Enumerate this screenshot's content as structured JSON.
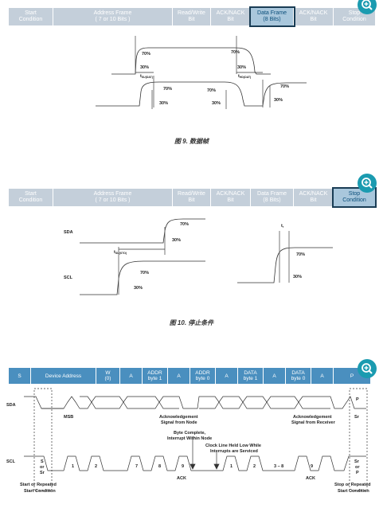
{
  "figure9": {
    "frame": [
      {
        "l1": "Start",
        "l2": "Condition"
      },
      {
        "l1": "Address Frame",
        "l2": "( 7 or 10 Bits )"
      },
      {
        "l1": "Read/Write",
        "l2": "Bit"
      },
      {
        "l1": "ACK/NACK",
        "l2": "Bit"
      },
      {
        "l1": "Data Frame",
        "l2": "(8 Bits)"
      },
      {
        "l1": "ACK/NACK",
        "l2": "Bit"
      },
      {
        "l1": "Stop",
        "l2": "Condition"
      }
    ],
    "labels": {
      "p70a": "70%",
      "p30a": "30%",
      "tsu": "t",
      "tsu_sub": "SU(DAT)",
      "p70b": "70%",
      "p30b": "30%",
      "thd": "t",
      "thd_sub": "HD(DAT)",
      "p70c": "70%",
      "p30c": "30%",
      "p70d": "70%",
      "p30d": "30%",
      "p70e": "70%",
      "p30e": "30%"
    },
    "caption": "图 9. 数据帧"
  },
  "figure10": {
    "frame": [
      {
        "l1": "Start",
        "l2": "Condition"
      },
      {
        "l1": "Address Frame",
        "l2": "( 7 or 10 Bits )"
      },
      {
        "l1": "Read/Write",
        "l2": "Bit"
      },
      {
        "l1": "ACK/NACK",
        "l2": "Bit"
      },
      {
        "l1": "Data Frame",
        "l2": "(8 Bits)"
      },
      {
        "l1": "ACK/NACK",
        "l2": "Bit"
      },
      {
        "l1": "Stop",
        "l2": "Condition"
      }
    ],
    "labels": {
      "sda": "SDA",
      "scl": "SCL",
      "p70a": "70%",
      "p30a": "30%",
      "tsu": "t",
      "tsu_sub": "SU(STO)",
      "p70b": "70%",
      "p30b": "30%",
      "tr": "t",
      "tr_sub": "r",
      "p70c": "70%",
      "p30c": "30%"
    },
    "caption": "图 10. 停止条件"
  },
  "figure11": {
    "frame": [
      {
        "l1": "S",
        "l2": ""
      },
      {
        "l1": "Device Address",
        "l2": ""
      },
      {
        "l1": "W",
        "l2": "(0)"
      },
      {
        "l1": "A",
        "l2": ""
      },
      {
        "l1": "ADDR",
        "l2": "byte 1"
      },
      {
        "l1": "A",
        "l2": ""
      },
      {
        "l1": "ADDR",
        "l2": "byte 0"
      },
      {
        "l1": "A",
        "l2": ""
      },
      {
        "l1": "DATA",
        "l2": "byte 1"
      },
      {
        "l1": "A",
        "l2": ""
      },
      {
        "l1": "DATA",
        "l2": "byte 0"
      },
      {
        "l1": "A",
        "l2": ""
      },
      {
        "l1": "P",
        "l2": ""
      }
    ],
    "labels": {
      "sda": "SDA",
      "scl": "SCL",
      "msb": "MSB",
      "ack_node_1": "Acknowledgement",
      "ack_node_2": "Signal from Node",
      "ack_recv_1": "Acknowledgement",
      "ack_recv_2": "Signal from Receiver",
      "sr_right": "Sr",
      "byte_complete_1": "Byte Complete,",
      "byte_complete_2": "Interrupt Within Node",
      "clock_low_1": "Clock Line Held Low While",
      "clock_low_2": "Interrupts are Serviced",
      "s_or_sr": [
        "S",
        "or",
        "Sr"
      ],
      "sr_or_p": [
        "Sr",
        "or",
        "P"
      ],
      "clk": [
        "1",
        "2",
        "7",
        "8",
        "9",
        "1",
        "2",
        "3 – 8",
        "9"
      ],
      "ack_a": "ACK",
      "ack_b": "ACK",
      "start_1": "Start or Repeated",
      "start_2": "Start Condition",
      "stop_1": "Stop or Repeated",
      "stop_2": "Start Condition",
      "p_right": "P"
    }
  },
  "colors": {
    "bar_light": "#c4cfda",
    "bar_blue": "#4a8fbf",
    "zoom": "#1b9bb0",
    "highlight": "#1a3d55"
  }
}
